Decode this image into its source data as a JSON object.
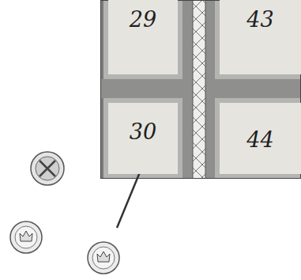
{
  "diagram": {
    "nodes": [
      {
        "text": [
          "29"
        ]
      },
      {
        "text": [
          "43"
        ]
      },
      {
        "text": [
          "30"
        ]
      },
      {
        "text": [
          "44"
        ]
      }
    ]
  }
}
